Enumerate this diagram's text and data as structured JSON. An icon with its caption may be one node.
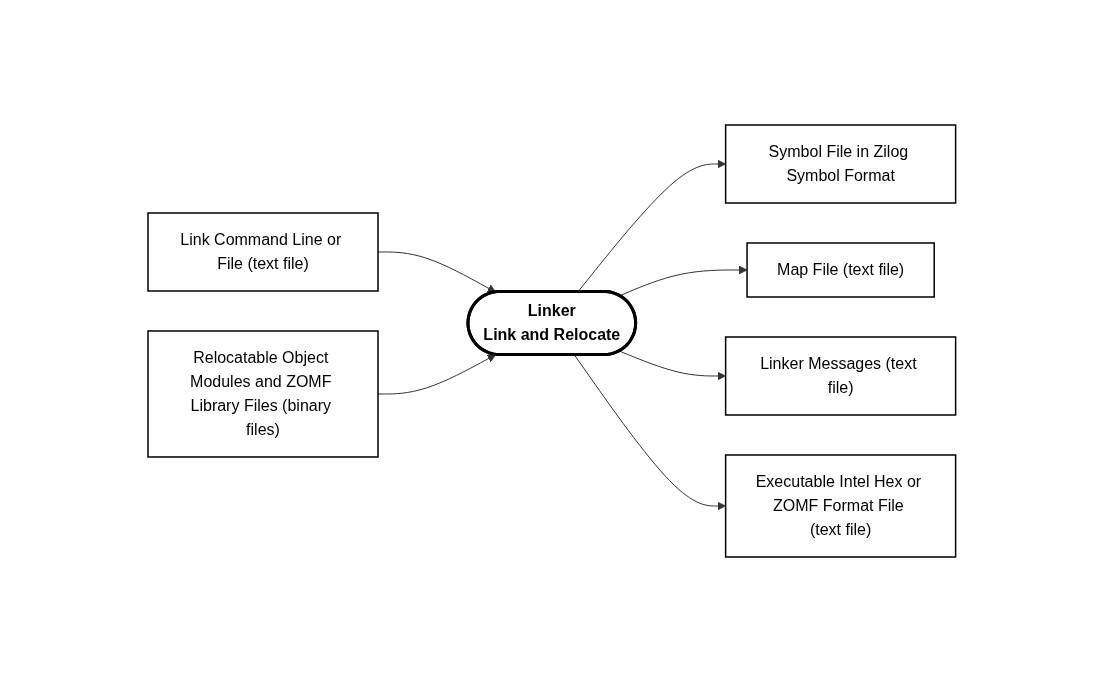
{
  "diagram": {
    "nodes": [
      {
        "text": [
          "Link Command Line or File (text file)"
        ]
      },
      {
        "text": [
          "Symbol File in Zilog Symbol Format"
        ]
      },
      {
        "text": [
          "Linker",
          "Link and Relocate"
        ]
      },
      {
        "text": [
          "Map File (text file)"
        ]
      },
      {
        "text": [
          "Linker Messages (text file)"
        ]
      },
      {
        "text": [
          "Relocatable Object Modules and ZOMF Library Files (binary files)"
        ]
      },
      {
        "text": [
          "Executable Intel Hex or ZOMF Format File (text file)"
        ]
      }
    ],
    "edges": [
      {
        "from": 0,
        "to": 2,
        "arrow": "to"
      },
      {
        "from": 5,
        "to": 2,
        "arrow": "to"
      },
      {
        "from": 2,
        "to": 1,
        "arrow": "to"
      },
      {
        "from": 2,
        "to": 3,
        "arrow": "to"
      },
      {
        "from": 2,
        "to": 4,
        "arrow": "to"
      },
      {
        "from": 2,
        "to": 6,
        "arrow": "to"
      }
    ]
  }
}
